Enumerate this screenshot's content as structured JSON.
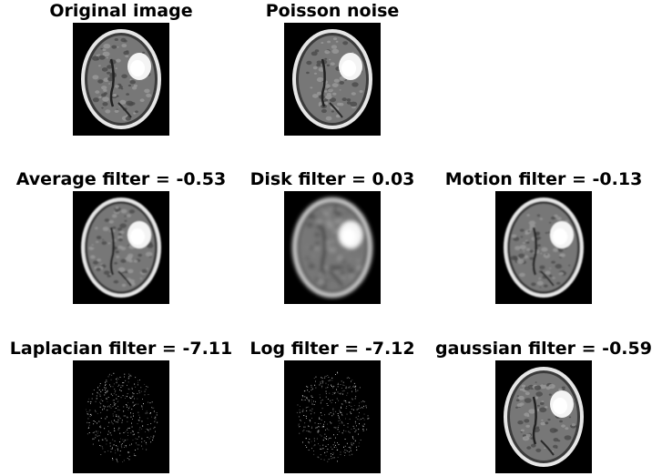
{
  "figure": {
    "panels": [
      {
        "id": "original",
        "title": "Original image",
        "kind": "ct"
      },
      {
        "id": "poisson",
        "title": "Poisson noise",
        "kind": "ct"
      },
      {
        "id": "average",
        "title": "Average filter = -0.53",
        "kind": "ct-smooth"
      },
      {
        "id": "disk",
        "title": "Disk filter = 0.03",
        "kind": "ct-blur"
      },
      {
        "id": "motion",
        "title": "Motion filter = -0.13",
        "kind": "ct-smooth"
      },
      {
        "id": "laplacian",
        "title": "Laplacian filter = -7.11",
        "kind": "edges"
      },
      {
        "id": "log",
        "title": "Log filter = -7.12",
        "kind": "edges"
      },
      {
        "id": "gaussian",
        "title": "gaussian filter = -0.59",
        "kind": "ct"
      }
    ]
  }
}
